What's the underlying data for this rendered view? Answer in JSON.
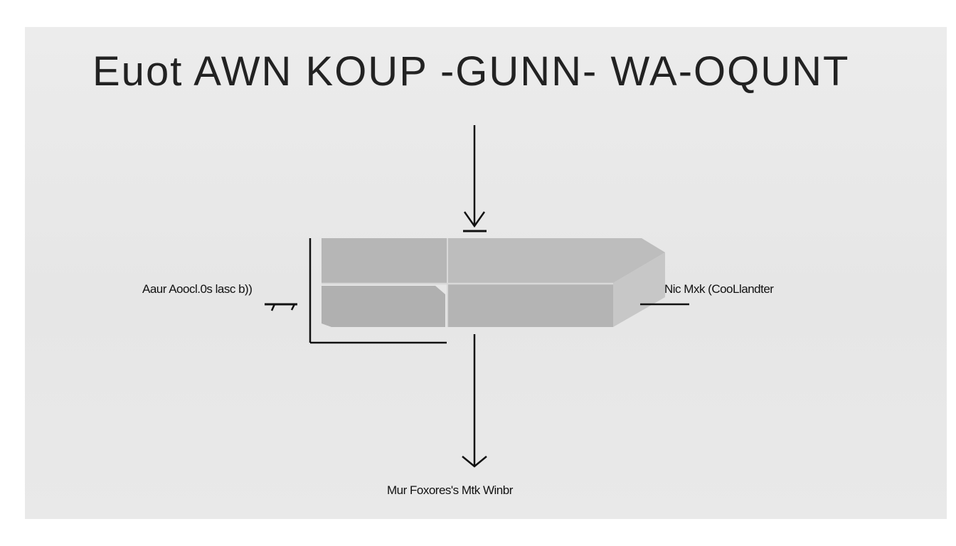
{
  "diagram": {
    "title": "Euot AWN KOUP -GUNN- WA-OQUNT",
    "labels": {
      "left": "Aaur Aoocl.0s lasc b))",
      "right": "Nic Mxk (CooLlandter",
      "bottom": "Mur Foxores's Mtk Winbr"
    },
    "colors": {
      "background": "#e8e8e8",
      "block_front": "#b3b3b3",
      "block_side": "#c9c9c9",
      "lines": "#111111",
      "text": "#222222"
    }
  }
}
